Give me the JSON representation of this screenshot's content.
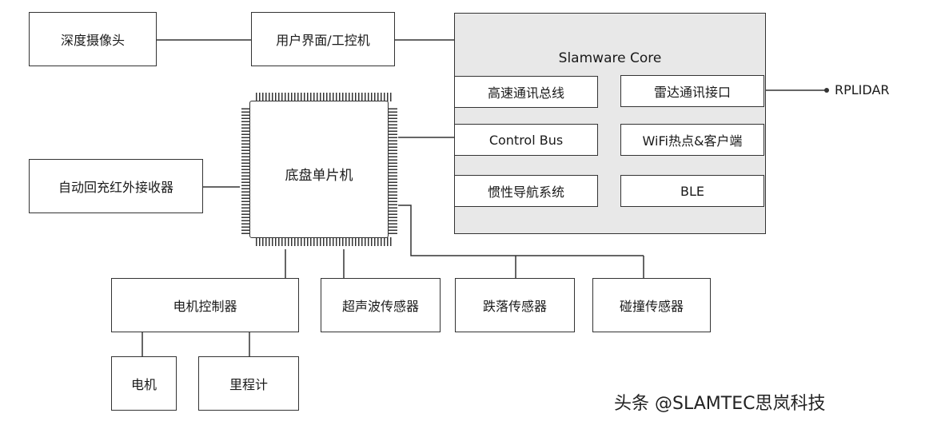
{
  "diagram": {
    "depth_camera": "深度摄像头",
    "ui_ipc": "用户界面/工控机",
    "ir_receiver": "自动回充红外接收器",
    "mcu": "底盘单片机",
    "core": {
      "title": "Slamware Core",
      "high_speed_bus": "高速通讯总线",
      "radar_interface": "雷达通讯接口",
      "control_bus": "Control Bus",
      "wifi": "WiFi热点&客户端",
      "imu_nav": "惯性导航系统",
      "ble": "BLE"
    },
    "rplidar": "RPLIDAR",
    "motor_controller": "电机控制器",
    "ultrasonic_sensor": "超声波传感器",
    "cliff_sensor": "跌落传感器",
    "bump_sensor": "碰撞传感器",
    "motor": "电机",
    "odometer": "里程计"
  },
  "watermark": "头条 @SLAMTEC思岚科技",
  "colors": {
    "line": "#333333",
    "core_fill": "#e8e8e8"
  }
}
